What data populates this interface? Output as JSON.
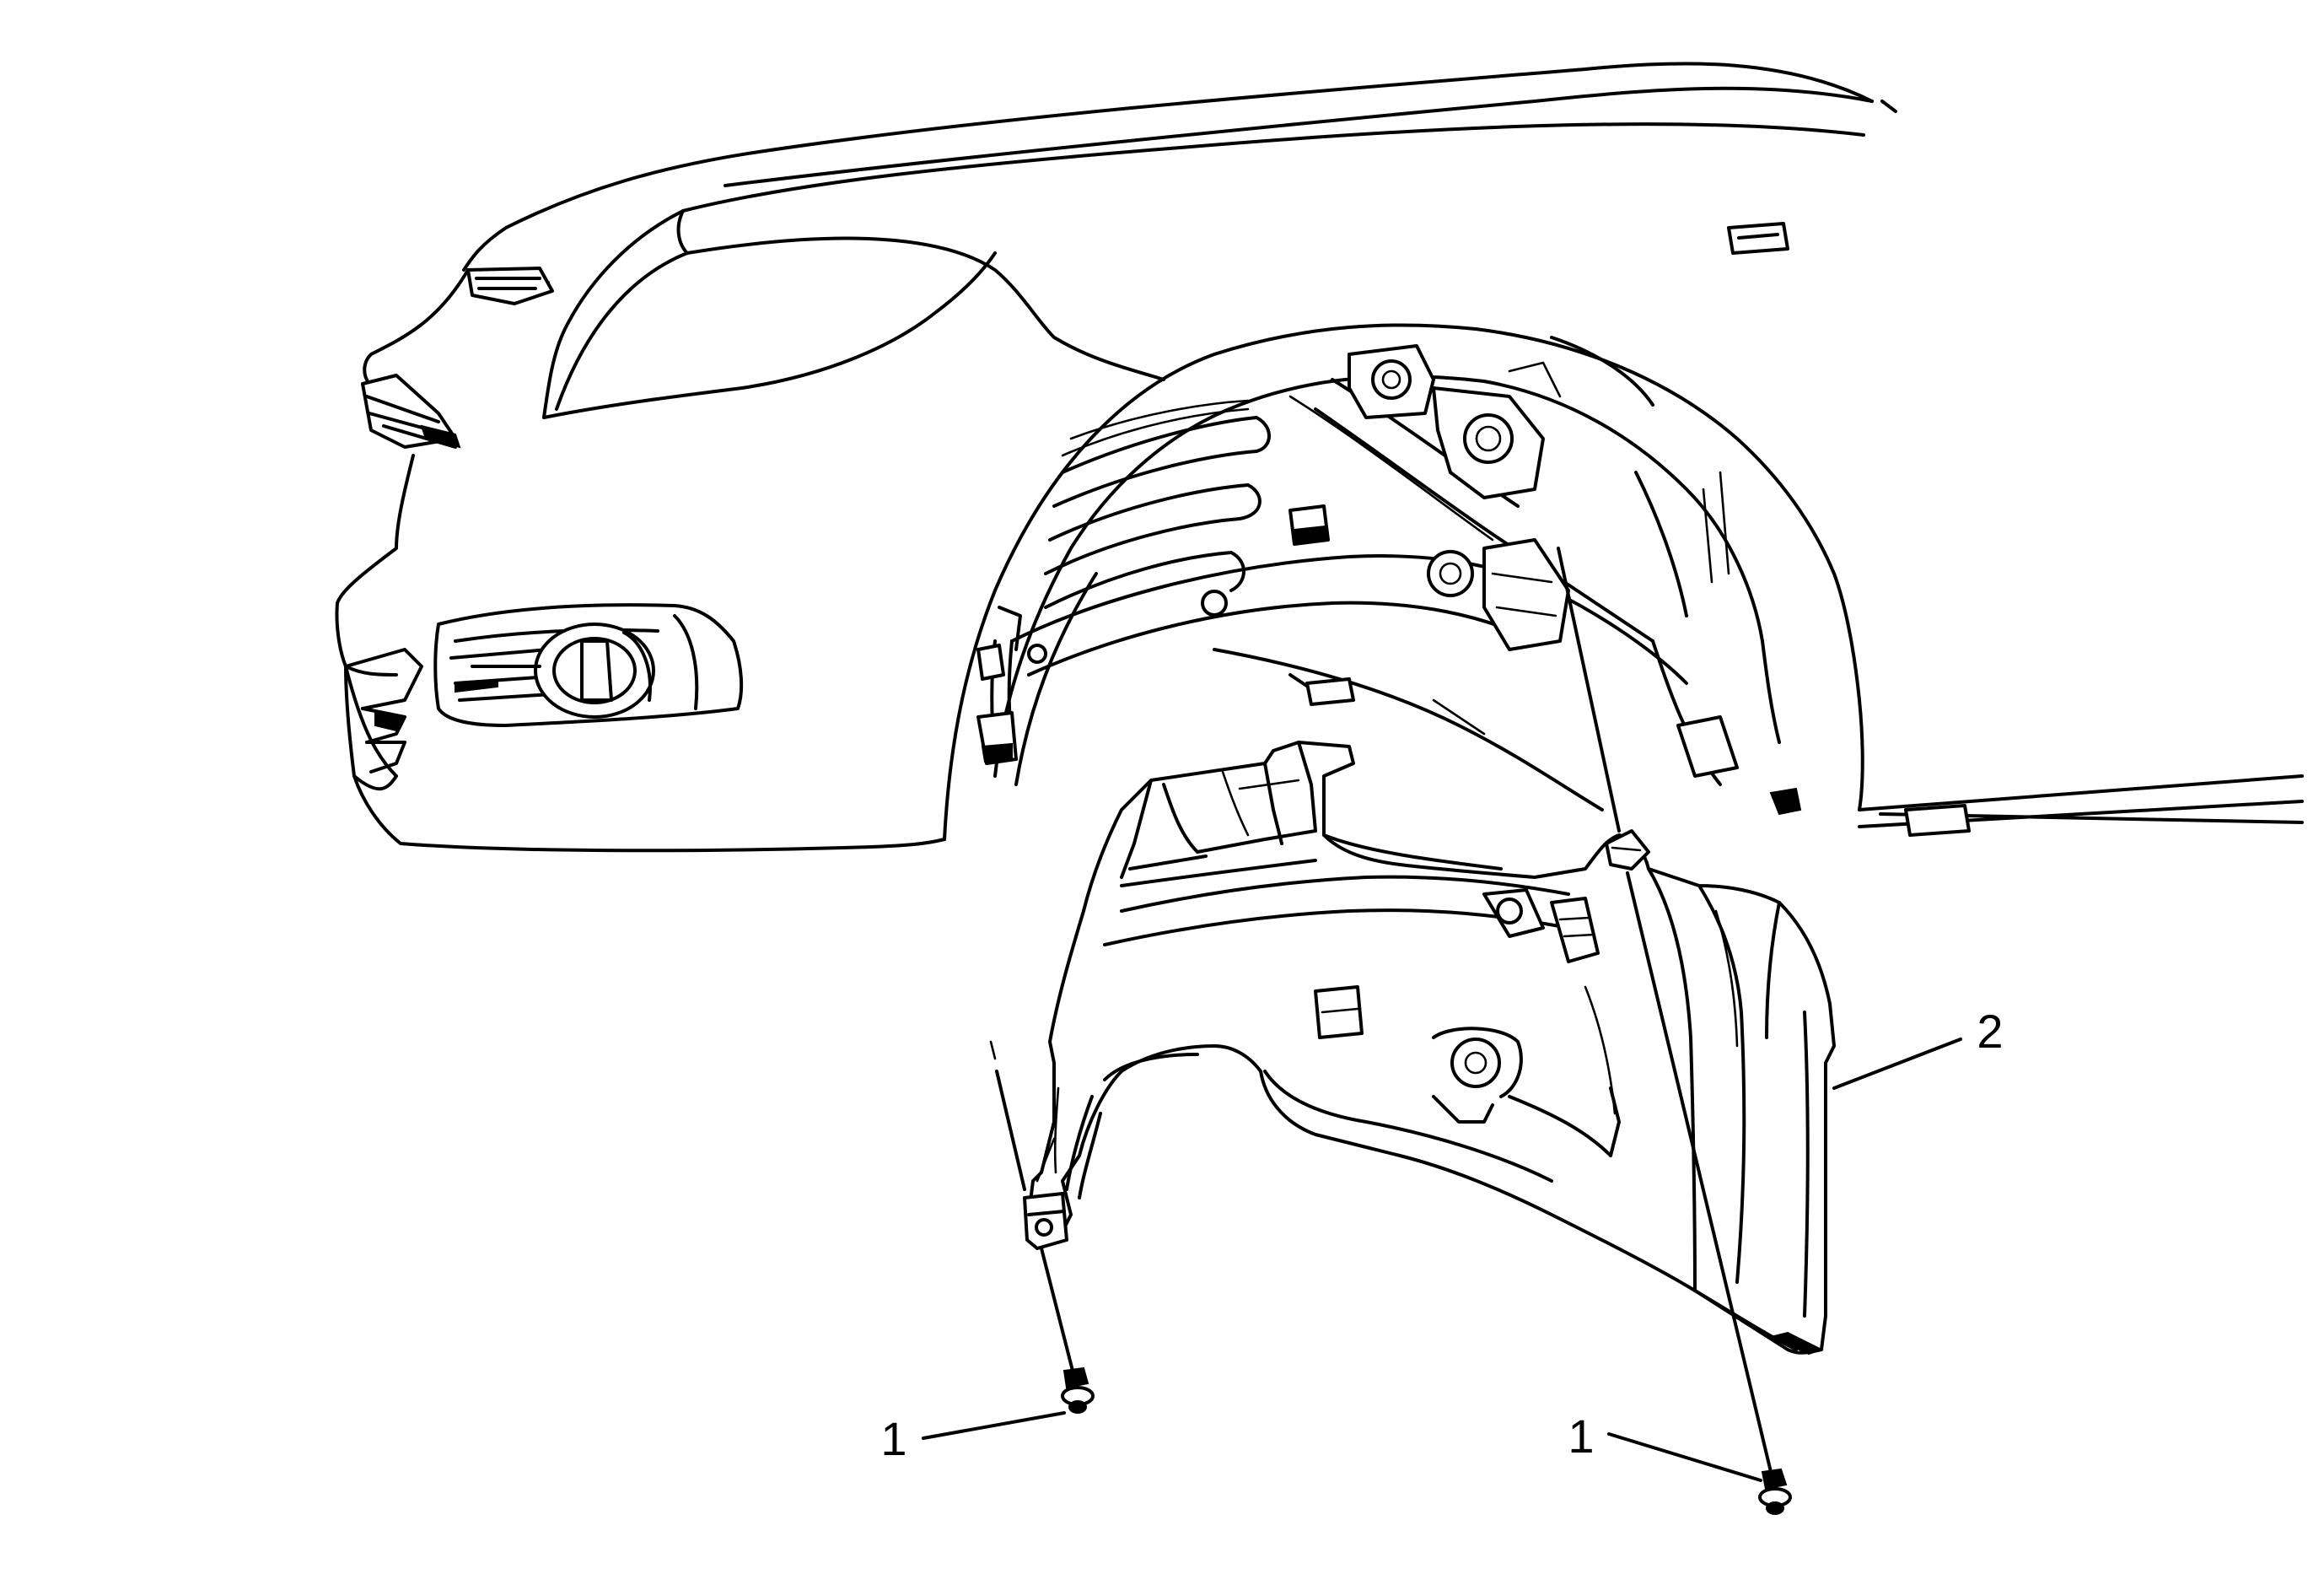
{
  "diagram": {
    "callouts": [
      {
        "id": "fastener-left",
        "label": "1"
      },
      {
        "id": "fastener-right",
        "label": "1"
      },
      {
        "id": "wheelhouse-liner",
        "label": "2"
      }
    ]
  }
}
